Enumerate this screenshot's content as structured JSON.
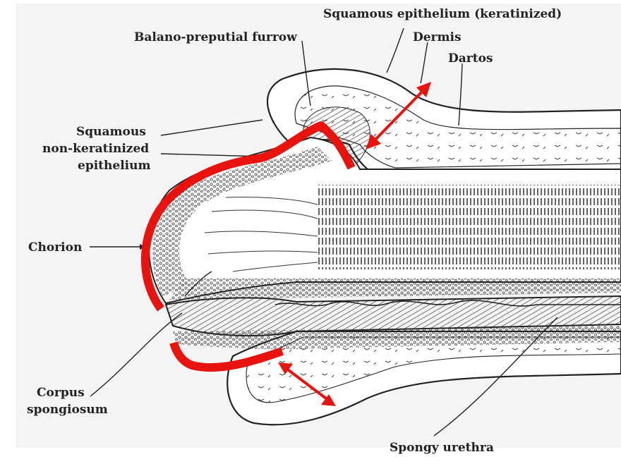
{
  "labels": {
    "squamous_keratinized": "Squamous epithelium (keratinized)",
    "balano_preputial_furrow": "Balano-preputial furrow",
    "dermis": "Dermis",
    "dartos": "Dartos",
    "squamous_nonkeratinized_line1": "Squamous",
    "squamous_nonkeratinized_line2": "non-keratinized",
    "squamous_nonkeratinized_line3": "epithelium",
    "chorion": "Chorion",
    "corpus_line1": "Corpus",
    "corpus_line2": "spongiosum",
    "spongy_urethra": "Spongy urethra"
  },
  "colors": {
    "background": "#f4f4f4",
    "ink": "#222222",
    "highlight": "#e8130f"
  }
}
